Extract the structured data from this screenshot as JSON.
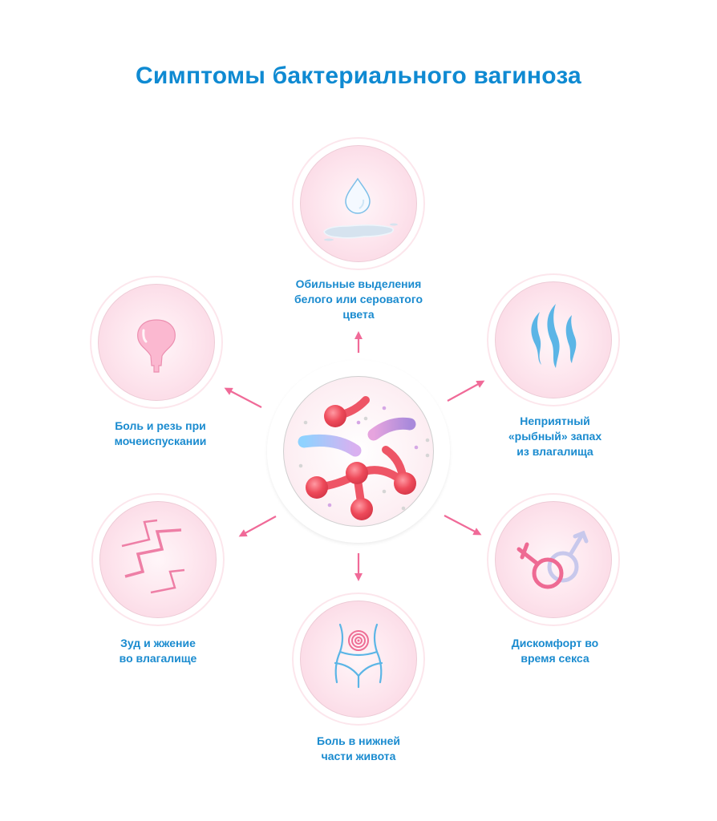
{
  "title": "Симптомы бактериального вагиноза",
  "colors": {
    "title": "#0F8AD2",
    "label": "#1A8BCF",
    "arrow": "#F06A98",
    "disc_pink": "#FDE3EC",
    "bacteria_red": "#EE4A5A",
    "icon_blue": "#5BB5E6"
  },
  "center": {
    "icon": "bacteria-icon",
    "description": "Bacteria under a magnifier"
  },
  "symptoms": [
    {
      "id": "discharge",
      "icon": "water-drop-puddle-icon",
      "lines": [
        "Обильные выделения",
        "белого или сероватого",
        "цвета"
      ]
    },
    {
      "id": "urination-pain",
      "icon": "bladder-icon",
      "lines": [
        "Боль и резь при",
        "мочеиспускании"
      ]
    },
    {
      "id": "odor",
      "icon": "odor-waves-icon",
      "lines": [
        "Неприятный",
        "«рыбный» запах",
        "из влагалища"
      ]
    },
    {
      "id": "itching",
      "icon": "lightning-zigzag-icon",
      "lines": [
        "Зуд и жжение",
        "во влагалище"
      ]
    },
    {
      "id": "abdominal-pain",
      "icon": "abdomen-pain-icon",
      "lines": [
        "Боль в нижней",
        "части живота"
      ]
    },
    {
      "id": "sex-discomfort",
      "icon": "gender-symbols-icon",
      "lines": [
        "Дискомфорт во",
        "время секса"
      ]
    }
  ]
}
